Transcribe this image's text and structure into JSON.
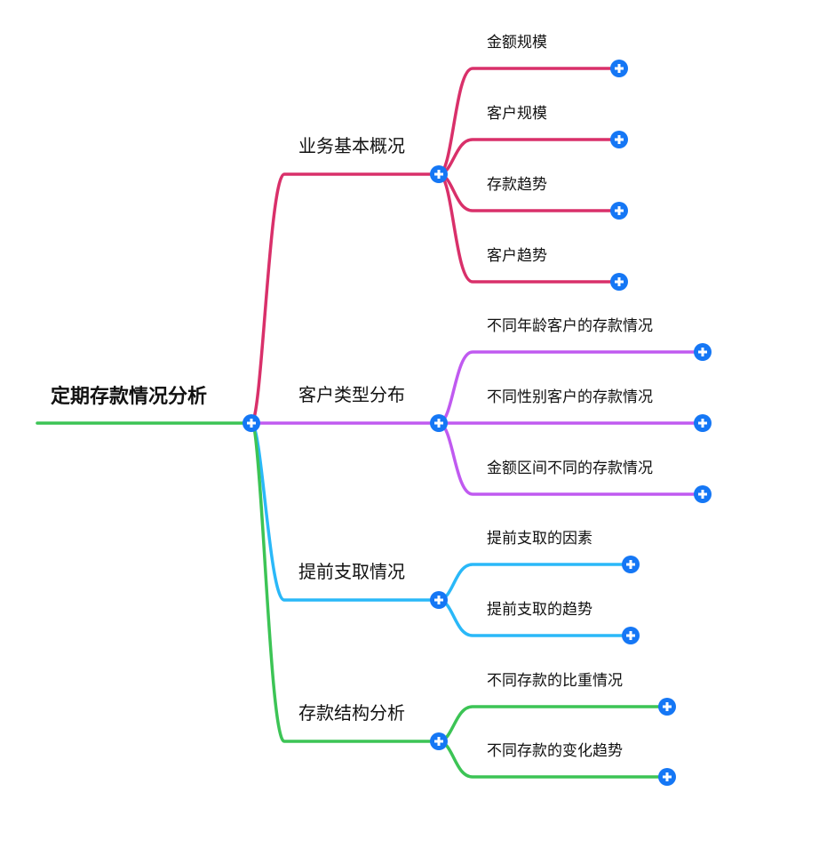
{
  "root": {
    "label": "定期存款情况分析",
    "color": "#3cc455"
  },
  "node_button_color": "#1577f5",
  "branches": [
    {
      "label": "业务基本概况",
      "color": "#d9306a",
      "children": [
        "金额规模",
        "客户规模",
        "存款趋势",
        "客户趋势"
      ]
    },
    {
      "label": "客户类型分布",
      "color": "#c05af0",
      "children": [
        "不同年龄客户的存款情况",
        "不同性别客户的存款情况",
        "金额区间不同的存款情况"
      ]
    },
    {
      "label": "提前支取情况",
      "color": "#2ab8f8",
      "children": [
        "提前支取的因素",
        "提前支取的趋势"
      ]
    },
    {
      "label": "存款结构分析",
      "color": "#3cc455",
      "children": [
        "不同存款的比重情况",
        "不同存款的变化趋势"
      ]
    }
  ]
}
